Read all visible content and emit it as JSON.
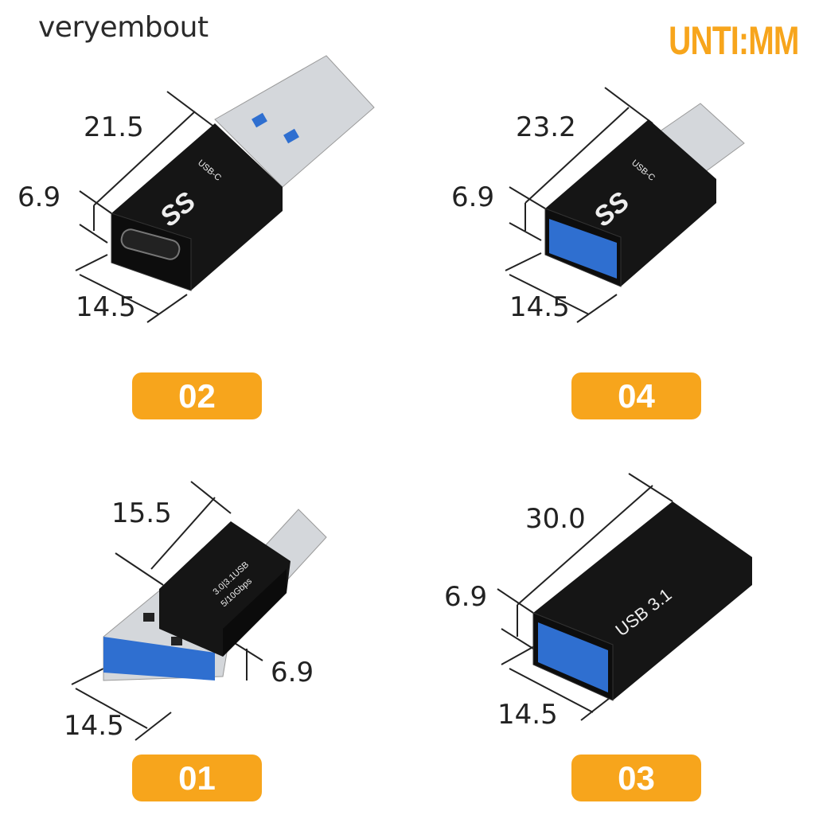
{
  "header": {
    "brand": "veryembout",
    "unit_label": "UNTI:MM"
  },
  "colors": {
    "accent": "#f7a51c",
    "body": "#151515",
    "port_blue": "#2f6fd0",
    "metal": "#c9ccd0"
  },
  "products": [
    {
      "number": "02",
      "length": "21.5",
      "height": "6.9",
      "width": "14.5",
      "logo": "SS",
      "label": "USB-C"
    },
    {
      "number": "04",
      "length": "23.2",
      "height": "6.9",
      "width": "14.5",
      "logo": "SS",
      "label": "USB-C"
    },
    {
      "number": "01",
      "length": "15.5",
      "height": "6.9",
      "width": "14.5",
      "label_line1": "3.0|3.1USB",
      "label_line2": "5/10Gbps"
    },
    {
      "number": "03",
      "length": "30.0",
      "height": "6.9",
      "width": "14.5",
      "label": "USB 3.1"
    }
  ]
}
